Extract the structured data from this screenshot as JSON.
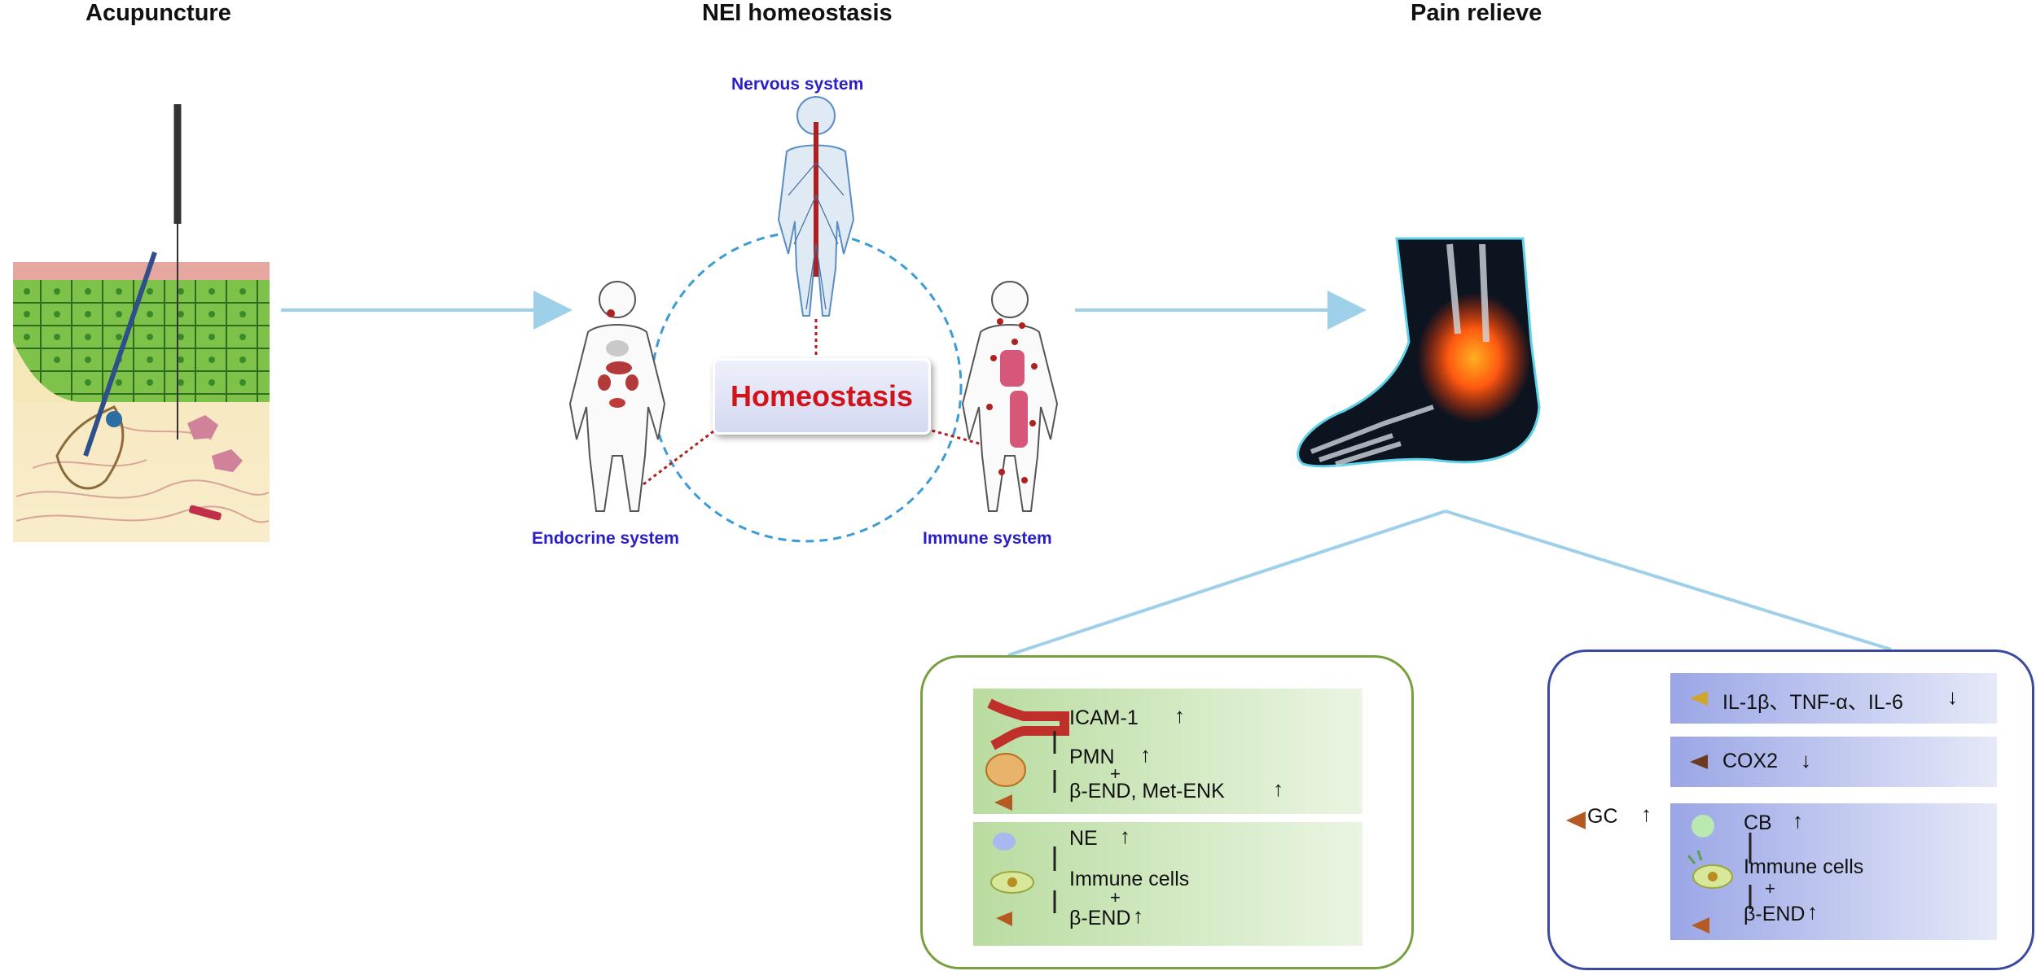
{
  "headings": {
    "acupuncture": "Acupuncture",
    "nei": "NEI homeostasis",
    "pain": "Pain relieve"
  },
  "systems": {
    "nervous": "Nervous system",
    "endocrine": "Endocrine system",
    "immune": "Immune system",
    "center": "Homeostasis"
  },
  "left_panel": {
    "group1": {
      "icam": "ICAM-1",
      "pmn": "PMN",
      "plus": "+",
      "bend": "β-END, Met-ENK"
    },
    "group2": {
      "ne": "NE",
      "immune": "Immune cells",
      "plus": "+",
      "bend": "β-END"
    }
  },
  "right_panel": {
    "gc": "GC",
    "row1": "IL-1β、TNF-α、IL-6",
    "row2": "COX2",
    "group": {
      "cb": "CB",
      "immune": "Immune cells",
      "plus": "+",
      "bend": "β-END"
    }
  },
  "colors": {
    "arrow": "#9fd0ea",
    "circle": "#3b9bd6",
    "link": "#b02020",
    "label": "#2a1fc7",
    "left_border": "#78a040",
    "right_border": "#3a4aa0"
  }
}
